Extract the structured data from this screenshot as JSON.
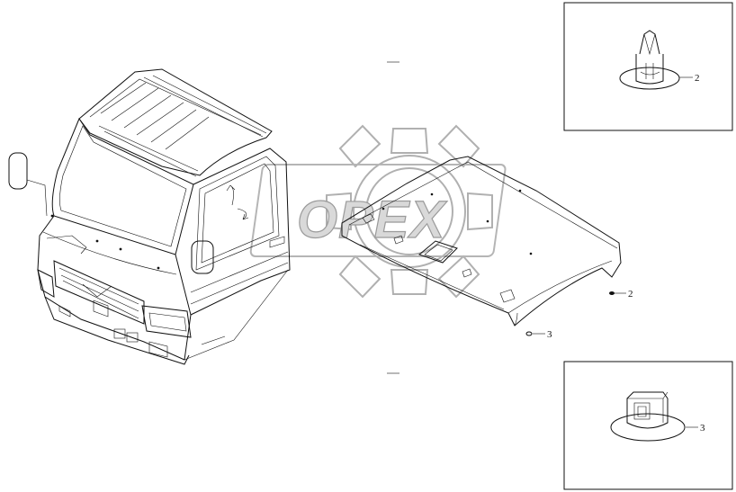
{
  "watermark": {
    "text": "OPEX"
  },
  "callouts": {
    "clip_upper_detail": "2",
    "clip_upper_main": "2",
    "clip_lower_main": "3",
    "clip_lower_detail": "3"
  },
  "colors": {
    "line": "#111111",
    "watermark_fill": "#d9d9d9",
    "watermark_stroke": "#9a9a9a",
    "background": "#ffffff"
  }
}
